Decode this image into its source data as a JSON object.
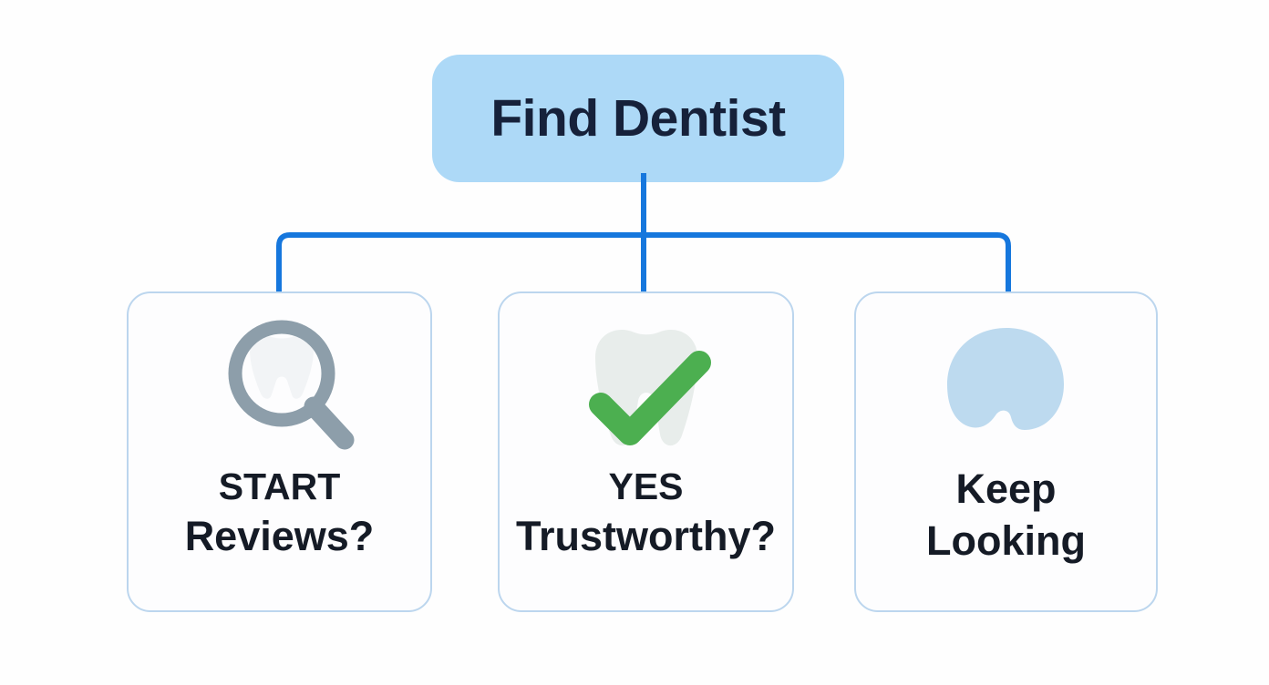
{
  "diagram": {
    "type": "flowchart-tree",
    "background_color": "#FFFFFF",
    "connector_color": "#1677DD",
    "root": {
      "title": "Find Dentist",
      "fill_color": "#ADD9F7",
      "text_color": "#16213A"
    },
    "nodes": [
      {
        "id": "start",
        "icon": "magnifier-tooth-icon",
        "icon_colors": {
          "glass": "#8D9EAA",
          "tooth": "#F2F4F6"
        },
        "label_primary": "START",
        "label_secondary": "Reviews?",
        "border_color": "#BCD6EE",
        "fill_color": "#FDFDFE"
      },
      {
        "id": "yes",
        "icon": "tooth-check-icon",
        "icon_colors": {
          "tooth": "#E8EDEB",
          "check": "#4CAF50"
        },
        "label_primary": "YES",
        "label_secondary": "Trustworthy?",
        "border_color": "#BCD6EE",
        "fill_color": "#FDFDFE"
      },
      {
        "id": "keep",
        "icon": "tooth-blob-icon",
        "icon_colors": {
          "blob": "#BDDAEF"
        },
        "label_primary": "Keep",
        "label_secondary": "Looking",
        "border_color": "#BCD6EE",
        "fill_color": "#FDFDFE"
      }
    ]
  }
}
